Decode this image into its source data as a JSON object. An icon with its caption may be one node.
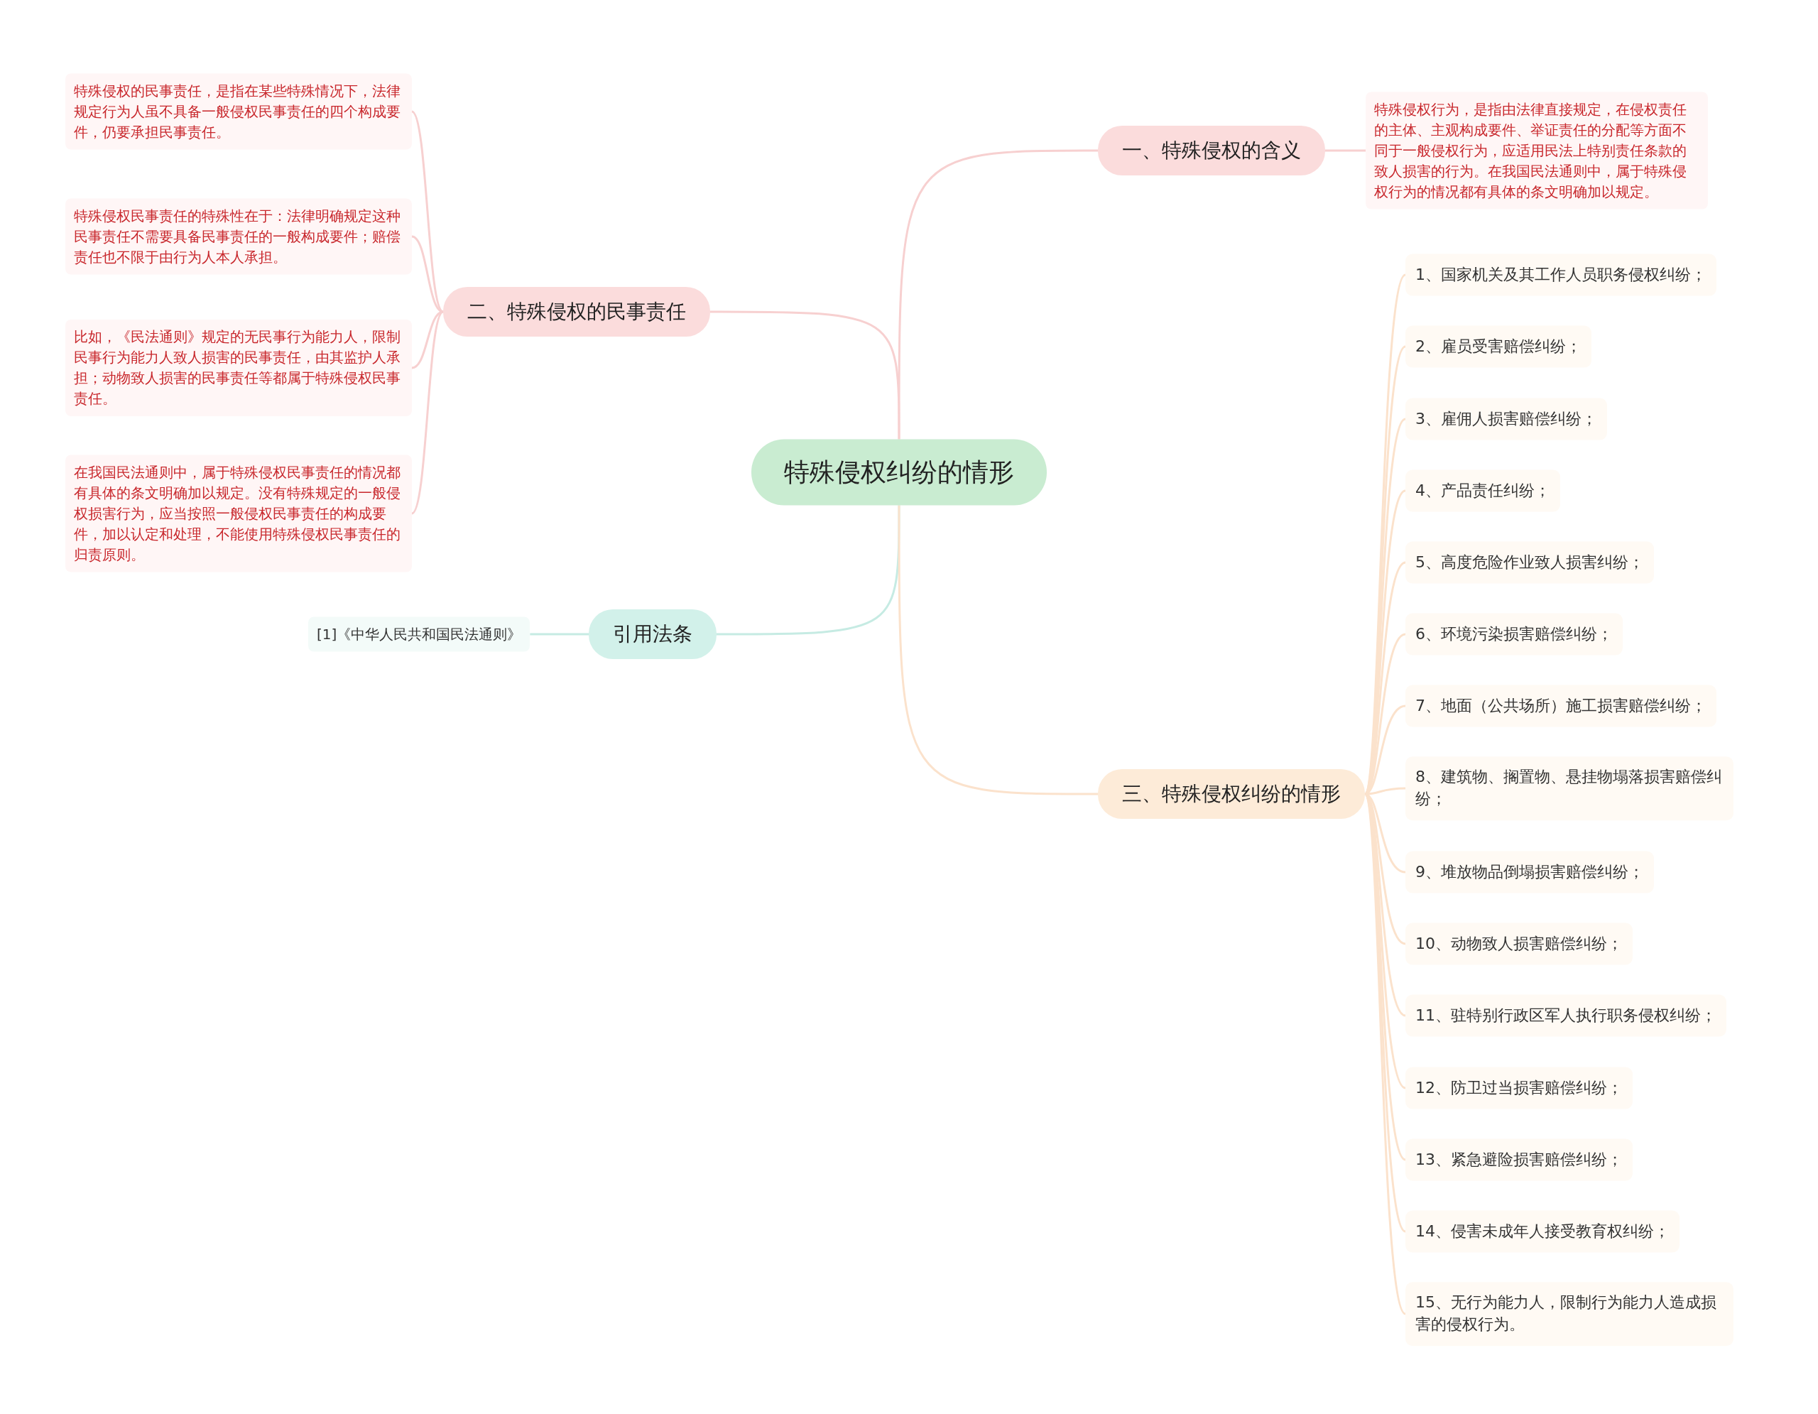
{
  "diagram": {
    "nodes": [
      {
        "text": [
          "特殊侵权纠纷的情形"
        ]
      },
      {
        "text": [
          "一、特殊侵权的含义"
        ]
      },
      {
        "text": [
          "特殊侵权行为，是指由法律直接规定，在侵权责任的主体、主观构成要件、举证责任的分配等方面不同于一般侵权行为，应适用民法上特别责任条款的致人损害的行为。在我国民法通则中，属于特殊侵权行为的情况都有具体的条文明确加以规定。"
        ]
      },
      {
        "text": [
          "二、特殊侵权的民事责任"
        ]
      },
      {
        "text": [
          "特殊侵权的民事责任，是指在某些特殊情况下，法律规定行为人虽不具备一般侵权民事责任的四个构成要件，仍要承担民事责任。"
        ]
      },
      {
        "text": [
          "特殊侵权民事责任的特殊性在于：法律明确规定这种民事责任不需要具备民事责任的一般构成要件；赔偿责任也不限于由行为人本人承担。"
        ]
      },
      {
        "text": [
          "比如，《民法通则》规定的无民事行为能力人，限制民事行为能力人致人损害的民事责任，由其监护人承担；动物致人损害的民事责任等都属于特殊侵权民事责任。"
        ]
      },
      {
        "text": [
          "在我国民法通则中，属于特殊侵权民事责任的情况都有具体的条文明确加以规定。没有特殊规定的一般侵权损害行为，应当按照一般侵权民事责任的构成要件，加以认定和处理，不能使用特殊侵权民事责任的归责原则。"
        ]
      },
      {
        "text": [
          "引用法条"
        ]
      },
      {
        "text": [
          "[1]《中华人民共和国民法通则》"
        ]
      },
      {
        "text": [
          "三、特殊侵权纠纷的情形"
        ]
      },
      {
        "text": [
          "1、国家机关及其工作人员职务侵权纠纷；"
        ]
      },
      {
        "text": [
          "2、雇员受害赔偿纠纷；"
        ]
      },
      {
        "text": [
          "3、雇佣人损害赔偿纠纷；"
        ]
      },
      {
        "text": [
          "4、产品责任纠纷；"
        ]
      },
      {
        "text": [
          "5、高度危险作业致人损害纠纷；"
        ]
      },
      {
        "text": [
          "6、环境污染损害赔偿纠纷；"
        ]
      },
      {
        "text": [
          "7、地面（公共场所）施工损害赔偿纠纷；"
        ]
      },
      {
        "text": [
          "8、建筑物、搁置物、悬挂物塌落损害赔偿纠纷；"
        ]
      },
      {
        "text": [
          "9、堆放物品倒塌损害赔偿纠纷；"
        ]
      },
      {
        "text": [
          "10、动物致人损害赔偿纠纷；"
        ]
      },
      {
        "text": [
          "11、驻特别行政区军人执行职务侵权纠纷；"
        ]
      },
      {
        "text": [
          "12、防卫过当损害赔偿纠纷；"
        ]
      },
      {
        "text": [
          "13、紧急避险损害赔偿纠纷；"
        ]
      },
      {
        "text": [
          "14、侵害未成年人接受教育权纠纷；"
        ]
      },
      {
        "text": [
          "15、无行为能力人，限制行为能力人造成损害的侵权行为。"
        ]
      }
    ],
    "edges": [
      {
        "from": 0,
        "to": 1,
        "arrow": "none",
        "color": "#f7d0d0"
      },
      {
        "from": 1,
        "to": 2,
        "arrow": "none",
        "color": "#f7d0d0"
      },
      {
        "from": 0,
        "to": 3,
        "arrow": "none",
        "color": "#f7d0d0"
      },
      {
        "from": 3,
        "to": 4,
        "arrow": "none",
        "color": "#f7d0d0"
      },
      {
        "from": 3,
        "to": 5,
        "arrow": "none",
        "color": "#f7d0d0"
      },
      {
        "from": 3,
        "to": 6,
        "arrow": "none",
        "color": "#f7d0d0"
      },
      {
        "from": 3,
        "to": 7,
        "arrow": "none",
        "color": "#f7d0d0"
      },
      {
        "from": 0,
        "to": 8,
        "arrow": "none",
        "color": "#c6ebe3"
      },
      {
        "from": 8,
        "to": 9,
        "arrow": "none",
        "color": "#c6ebe3"
      },
      {
        "from": 0,
        "to": 10,
        "arrow": "none"
      },
      {
        "from": 10,
        "to": 11,
        "arrow": "none"
      },
      {
        "from": 10,
        "to": 12,
        "arrow": "none"
      },
      {
        "from": 10,
        "to": 13,
        "arrow": "none"
      },
      {
        "from": 10,
        "to": 14,
        "arrow": "none"
      },
      {
        "from": 10,
        "to": 15,
        "arrow": "none"
      },
      {
        "from": 10,
        "to": 16,
        "arrow": "none"
      },
      {
        "from": 10,
        "to": 17,
        "arrow": "none"
      },
      {
        "from": 10,
        "to": 18,
        "arrow": "none"
      },
      {
        "from": 10,
        "to": 19,
        "arrow": "none"
      },
      {
        "from": 10,
        "to": 20,
        "arrow": "none"
      },
      {
        "from": 10,
        "to": 21,
        "arrow": "none"
      },
      {
        "from": 10,
        "to": 22,
        "arrow": "none"
      },
      {
        "from": 10,
        "to": 23,
        "arrow": "none"
      },
      {
        "from": 10,
        "to": 24,
        "arrow": "none"
      },
      {
        "from": 10,
        "to": 25,
        "arrow": "none"
      }
    ]
  }
}
